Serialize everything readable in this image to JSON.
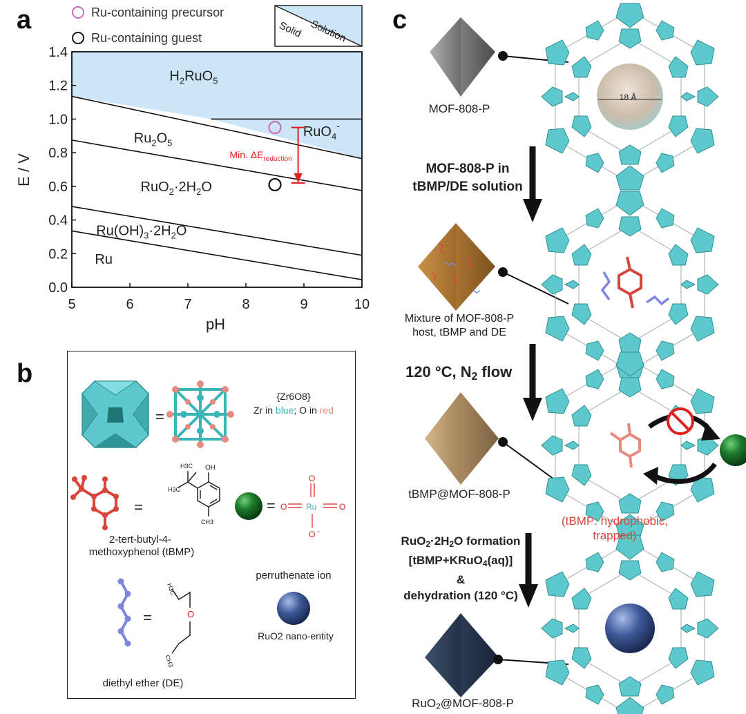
{
  "panel_labels": {
    "a": "a",
    "b": "b",
    "c": "c"
  },
  "colors": {
    "solution": "#cde6f7",
    "framework": "#5ec9cc",
    "precursor_marker": "#c86dbf",
    "guest_marker": "#111111",
    "arrow_red": "#e0201e",
    "tbmp_red": "#d9453a",
    "de_blue": "#7f86dc",
    "zr_blue": "#39b5b8",
    "o_red": "#e88a80",
    "mof_grey": "#8a8a8a",
    "mof_brown": "#b8976b",
    "mof_mix": "#b07c3a",
    "mof_navy": "#2c3b53",
    "perruthenate_green": "#1d7b2d",
    "ruo2_blue": "#3f5a9a"
  },
  "chart_data": {
    "type": "pourbaix-diagram",
    "xlabel": "pH",
    "ylabel": "E / V",
    "xlim": [
      5,
      10
    ],
    "ylim": [
      0.0,
      1.4
    ],
    "xticks": [
      5,
      6,
      7,
      8,
      9,
      10
    ],
    "yticks": [
      0.0,
      0.2,
      0.4,
      0.6,
      0.8,
      1.0,
      1.2,
      1.4
    ],
    "legend": [
      {
        "label": "Ru-containing precursor",
        "marker": "open-circle",
        "color": "#c86dbf"
      },
      {
        "label": "Ru-containing guest",
        "marker": "open-circle",
        "color": "#111111"
      }
    ],
    "region_key": {
      "solid": "Solid",
      "solution": "Solution"
    },
    "boundaries": [
      {
        "points": [
          [
            5,
            1.135
          ],
          [
            10,
            0.765
          ]
        ]
      },
      {
        "points": [
          [
            7.4,
            1.0
          ],
          [
            10,
            1.0
          ]
        ]
      },
      {
        "points": [
          [
            5,
            0.875
          ],
          [
            10,
            0.575
          ]
        ]
      },
      {
        "points": [
          [
            5,
            0.48
          ],
          [
            10,
            0.19
          ]
        ]
      },
      {
        "points": [
          [
            5,
            0.335
          ],
          [
            10,
            0.045
          ]
        ]
      }
    ],
    "regions": [
      {
        "label": "H2RuO5",
        "base": "H",
        "sub1": "2",
        "mid": "RuO",
        "sub2": "5",
        "x": 7.1,
        "y": 1.23
      },
      {
        "label": "RuO4-",
        "base": "RuO",
        "sub1": "4",
        "sup": "-",
        "x": 9.3,
        "y": 0.9
      },
      {
        "label": "Ru2O5",
        "base": "Ru",
        "sub1": "2",
        "mid": "O",
        "sub2": "5",
        "x": 6.4,
        "y": 0.86
      },
      {
        "label": "RuO2·2H2O",
        "base": "RuO",
        "sub1": "2",
        "mid": "·2H",
        "sub2": "2",
        "end": "O",
        "x": 6.8,
        "y": 0.57
      },
      {
        "label": "Ru(OH)3·2H2O",
        "base": "Ru(OH)",
        "sub1": "3",
        "mid": "·2H",
        "sub2": "2",
        "end": "O",
        "x": 6.2,
        "y": 0.31
      },
      {
        "label": "Ru",
        "base": "Ru",
        "x": 5.55,
        "y": 0.14
      }
    ],
    "points": [
      {
        "name": "Ru-containing precursor",
        "x": 8.5,
        "y": 0.95
      },
      {
        "name": "Ru-containing guest",
        "x": 8.5,
        "y": 0.61
      }
    ],
    "annotation": {
      "text": "Min. ΔE",
      "sub": "reduction",
      "x": 8.9,
      "y_top": 0.95,
      "y_bottom": 0.62
    }
  },
  "panel_b": {
    "zr_cluster_formula": "{Zr6O8}",
    "zr_note_prefix": "Zr in ",
    "zr_note_blue": "blue",
    "zr_note_sep": "; O in ",
    "zr_note_red": "red",
    "equals": "=",
    "tbmp_label_line1": "2-tert-butyl-4-",
    "tbmp_label_line2": "methoxyphenol (tBMP)",
    "oh_label": "OH",
    "h3c_label": "H3C",
    "ch3_label": "CH3",
    "perruthenate_label": "perruthenate ion",
    "ruo2_label": "RuO2 nano-entity",
    "de_label": "diethyl ether (DE)",
    "ion_o": "O",
    "ion_ru": "Ru",
    "ion_minus": "-"
  },
  "panel_c": {
    "mof_label": "MOF-808-P",
    "pore_size": "18 Å",
    "step1_line1": "MOF-808-P in",
    "step1_line2": "tBMP/DE solution",
    "mixture_line1": "Mixture of MOF-808-P",
    "mixture_line2": "host, tBMP and DE",
    "step2_prefix": "120 °C, N",
    "step2_sub": "2",
    "step2_suffix": " flow",
    "tbmp_mof_label": "tBMP@MOF-808-P",
    "trapped_line1": "(tBMP: hydrophobic,",
    "trapped_line2": "trapped)",
    "step3_line1_prefix": "RuO",
    "step3_line1_sub": "2",
    "step3_line1_suffix": "·2H",
    "step3_line1_sub2": "2",
    "step3_line1_end": "O formation",
    "step3_line2_prefix": "[tBMP+KRuO",
    "step3_line2_sub": "4",
    "step3_line2_suffix": "(aq)]",
    "step3_line3": "&",
    "step3_line4": "dehydration (120 °C)",
    "final_prefix": "RuO",
    "final_sub": "2",
    "final_suffix": "@MOF-808-P"
  }
}
